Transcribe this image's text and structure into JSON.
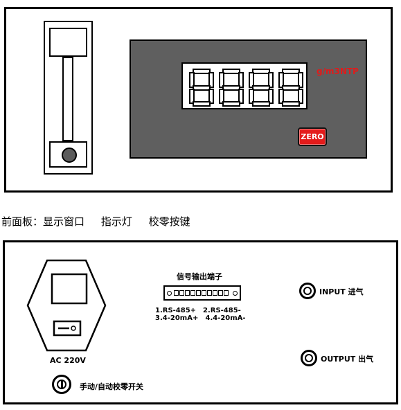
{
  "front_panel": {
    "unit_label": "g/m3NTP",
    "zero_button_label": "ZERO",
    "caption": "前面板：显示窗口     指示灯     校零按键"
  },
  "rear_panel": {
    "ac_label": "AC 220V",
    "signal_output_title": "信号输出端子",
    "pins": {
      "left": "1.RS-485+\n3.4-20mA+",
      "right": "2.RS-485-\n 4.4-20mA-"
    },
    "input_label": "INPUT 进气",
    "output_label": "OUTPUT 出气",
    "switch_label": "手动/自动校零开关"
  },
  "colors": {
    "display_bezel": "#5f5f5f",
    "zero_button": "#e41b1b",
    "unit_label": "#e01b1b"
  }
}
